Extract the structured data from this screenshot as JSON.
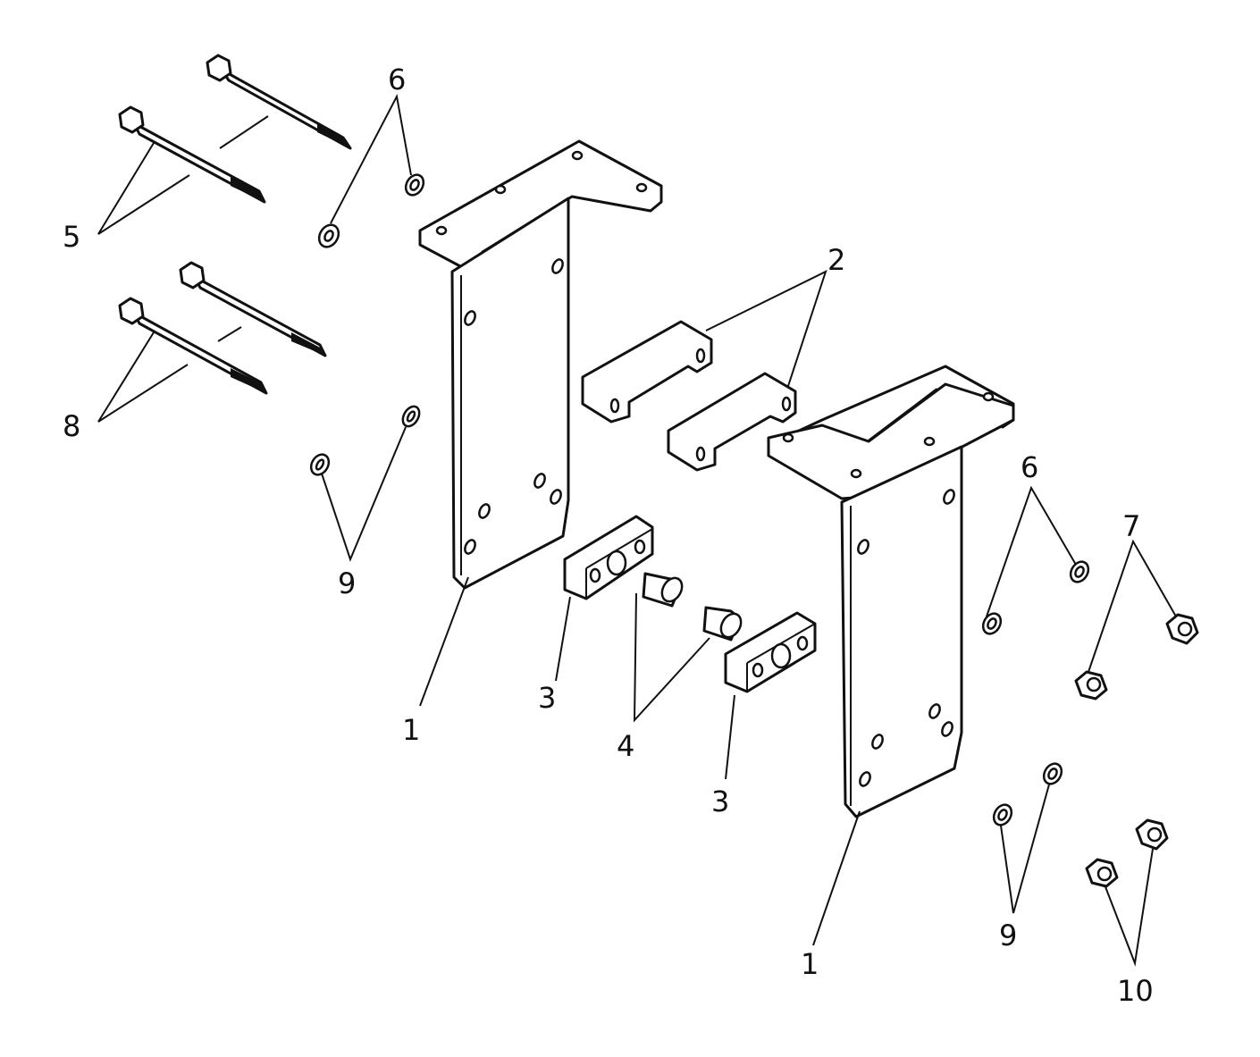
{
  "callouts": {
    "c1a": "1",
    "c1b": "1",
    "c2": "2",
    "c3a": "3",
    "c3b": "3",
    "c4": "4",
    "c5": "5",
    "c6a": "6",
    "c6b": "6",
    "c7": "7",
    "c8": "8",
    "c9a": "9",
    "c9b": "9",
    "c10": "10"
  },
  "colors": {
    "line": "#111111",
    "background": "#ffffff"
  }
}
